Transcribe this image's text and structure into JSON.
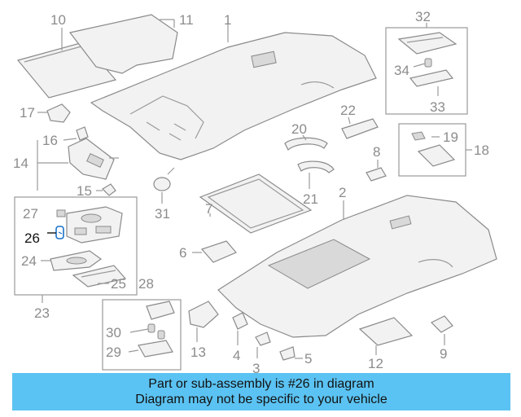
{
  "diagram": {
    "callouts": [
      "1",
      "2",
      "3",
      "4",
      "5",
      "6",
      "7",
      "8",
      "9",
      "10",
      "11",
      "12",
      "13",
      "14",
      "15",
      "16",
      "17",
      "18",
      "19",
      "20",
      "21",
      "22",
      "23",
      "24",
      "25",
      "26",
      "27",
      "28",
      "29",
      "30",
      "31",
      "32",
      "33",
      "34"
    ],
    "highlighted": "26",
    "highlight_color": "#1a73c9",
    "line_color": "#9a9a9a"
  },
  "banner": {
    "line1": "Part or sub-assembly is #26 in diagram",
    "line2": "Diagram may not be specific to your vehicle",
    "background": "#5bc3f3"
  }
}
